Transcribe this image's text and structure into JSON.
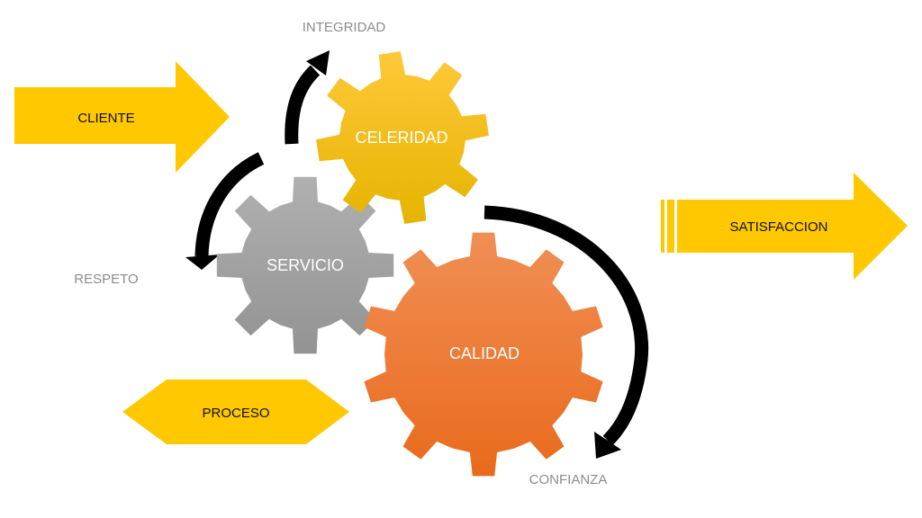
{
  "arrows": {
    "cliente": "CLIENTE",
    "satisfaccion": "SATISFACCION",
    "proceso": "PROCESO"
  },
  "gears": {
    "celeridad": "CELERIDAD",
    "servicio": "SERVICIO",
    "calidad": "CALIDAD"
  },
  "cycle_labels": {
    "integridad": "INTEGRIDAD",
    "respeto": "RESPETO",
    "confianza": "CONFIANZA"
  },
  "colors": {
    "yellow": "#FFC800",
    "celeridad_top": "#FFC83A",
    "celeridad_bottom": "#E5B400",
    "servicio_top": "#B0B0B0",
    "servicio_bottom": "#939393",
    "calidad_top": "#F08F55",
    "calidad_bottom": "#E96A1C",
    "label_gray": "#8C8C8C"
  }
}
